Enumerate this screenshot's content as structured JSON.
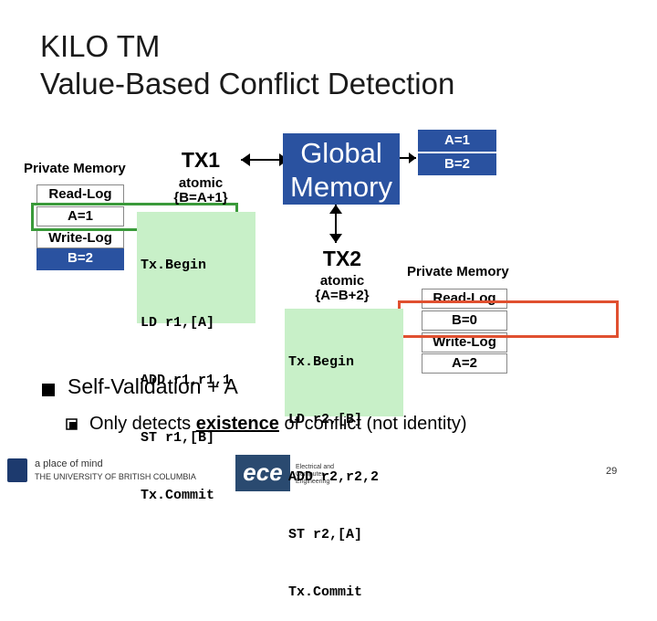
{
  "title": {
    "line1": "KILO TM",
    "line2": "Value-Based Conflict Detection"
  },
  "left": {
    "private_memory_label": "Private Memory",
    "read_log_label": "Read-Log",
    "read_value": "A=1",
    "write_log_label": "Write-Log",
    "write_value": "B=2"
  },
  "tx1": {
    "header": "TX1",
    "atomic_label": "atomic",
    "atomic_body": "{B=A+1}",
    "code": [
      "Tx.Begin",
      "LD r1,[A]",
      "ADD r1,r1,1",
      "ST r1,[B]",
      "Tx.Commit"
    ]
  },
  "global": {
    "line1": "Global",
    "line2": "Memory",
    "val_a": "A=1",
    "val_b": "B=2"
  },
  "tx2": {
    "header": "TX2",
    "atomic_label": "atomic",
    "atomic_body": "{A=B+2}",
    "code": [
      "Tx.Begin",
      "LD r2,[B]",
      "ADD r2,r2,2",
      "ST r2,[A]",
      "Tx.Commit"
    ]
  },
  "right": {
    "private_memory_label": "Private Memory",
    "read_log_label": "Read-Log",
    "read_value": "B=0",
    "write_log_label": "Write-Log",
    "write_value": "A=2"
  },
  "bullets": {
    "main_prefix": "Self-Validation + A",
    "sub_prefix": "Only detects ",
    "sub_emph": "existence",
    "sub_suffix": " of conflict (not identity)"
  },
  "footer": {
    "ubc_line1": "a place of mind",
    "ubc_line2": "THE UNIVERSITY OF BRITISH COLUMBIA",
    "ece_logo": "ece",
    "ece_sub": "Electrical and Computer Engineering",
    "page_number": "29"
  }
}
